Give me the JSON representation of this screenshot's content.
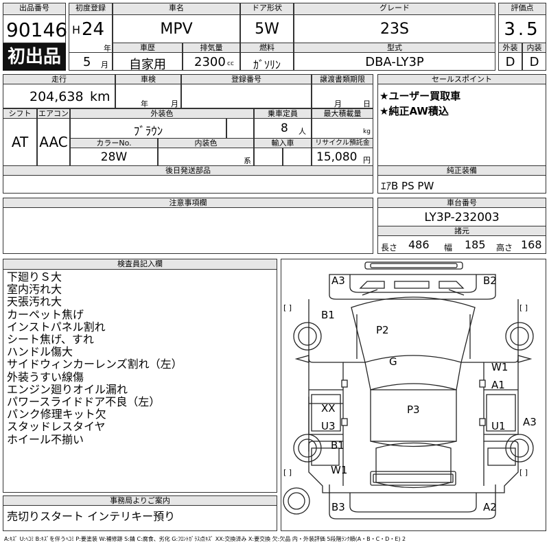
{
  "listing": {
    "label": "出品番号",
    "number": "90146",
    "first_listing_badge": "初出品"
  },
  "first_registration": {
    "label": "初度登録",
    "era": "H",
    "year": "24",
    "year_unit": "年",
    "month": "5",
    "month_unit": "月"
  },
  "car_name": {
    "label": "車名",
    "value": "MPV"
  },
  "door_type": {
    "label": "ドア形状",
    "value": "5W"
  },
  "grade": {
    "label": "グレード",
    "value": "23S"
  },
  "score": {
    "label": "評価点",
    "value": "3.5",
    "exterior_label": "外装",
    "exterior": "D",
    "interior_label": "内装",
    "interior": "D"
  },
  "history": {
    "label": "車歴",
    "value": "自家用"
  },
  "displacement": {
    "label": "排気量",
    "value": "2300",
    "unit": "cc"
  },
  "fuel": {
    "label": "燃料",
    "value": "ｶﾞｿﾘﾝ"
  },
  "model_code": {
    "label": "型式",
    "value": "DBA-LY3P"
  },
  "mileage": {
    "label": "走行",
    "value": "204,638",
    "unit": "km"
  },
  "inspection": {
    "label": "車検",
    "year_unit": "年",
    "month_unit": "月"
  },
  "registration_no": {
    "label": "登録番号"
  },
  "transfer_deadline": {
    "label": "譲渡書類期限",
    "month_unit": "月",
    "day_unit": "日"
  },
  "sales_point": {
    "label": "セールスポイント",
    "items": [
      "★ユーザー買取車",
      "★純正AW積込"
    ]
  },
  "shift": {
    "label": "シフト",
    "value": "AT"
  },
  "aircon": {
    "label": "エアコン",
    "value": "AAC"
  },
  "exterior_color": {
    "label": "外装色",
    "value": "ﾌﾞﾗｳﾝ"
  },
  "capacity": {
    "label": "乗車定員",
    "value": "8",
    "unit": "人"
  },
  "max_load": {
    "label": "最大積載量",
    "unit": "kg"
  },
  "color_no": {
    "label": "カラーNo.",
    "value": "28W"
  },
  "interior_color": {
    "label": "内装色",
    "suffix": "系"
  },
  "import": {
    "label": "輸入車"
  },
  "recycle": {
    "label": "リサイクル預託金",
    "value": "15,080",
    "unit": "円"
  },
  "after_parts": {
    "label": "後日発送部品"
  },
  "genuine_equipment": {
    "label": "純正装備",
    "value": "ｴｱB PS PW"
  },
  "notes": {
    "label": "注意事項欄"
  },
  "chassis": {
    "label": "車台番号",
    "value": "LY3P-232003"
  },
  "dimensions": {
    "label": "諸元",
    "length_label": "長さ",
    "length": "486",
    "width_label": "幅",
    "width": "185",
    "height_label": "高さ",
    "height": "168"
  },
  "inspector": {
    "label": "検査員記入欄",
    "lines": [
      "下廻りＳ大",
      "室内汚れ大",
      "天張汚れ大",
      "カーペット焦げ",
      "インストパネル割れ",
      "シート焦げ、すれ",
      "ハンドル傷大",
      "サイドウィンカーレンズ割れ（左）",
      "外装うすい線傷",
      "エンジン廻りオイル漏れ",
      "パワースライドドア不良（左）",
      "パンク修理キット欠",
      "スタッドレスタイヤ",
      "ホイール不揃い"
    ]
  },
  "office": {
    "label": "事務局よりご案内",
    "text": "売切りスタート インテリキー預り"
  },
  "diagram": {
    "marks": [
      "A3",
      "B2",
      "B1",
      "P2",
      "G",
      "W1",
      "A1",
      "XX",
      "U3",
      "P3",
      "U1",
      "A3",
      "B1",
      "W1",
      "B3",
      "A2"
    ],
    "brackets": [
      "[   ]",
      "[   ]",
      "[   ]",
      "[   ]"
    ]
  },
  "legend": "A:ｷｽﾞ U:ﾍｺﾐ B:ｷｽﾞを伴うﾍｺﾐ P:要塗装 W:補修跡 S:錆 C:腐食、劣化 G:ﾌﾛﾝﾄｶﾞﾗｽ点ｷｽﾞ XX:交換済み X:要交換 欠:欠品 内・外装評価 5段階ﾗﾝｸ順(A・B・C・D・E) 2"
}
